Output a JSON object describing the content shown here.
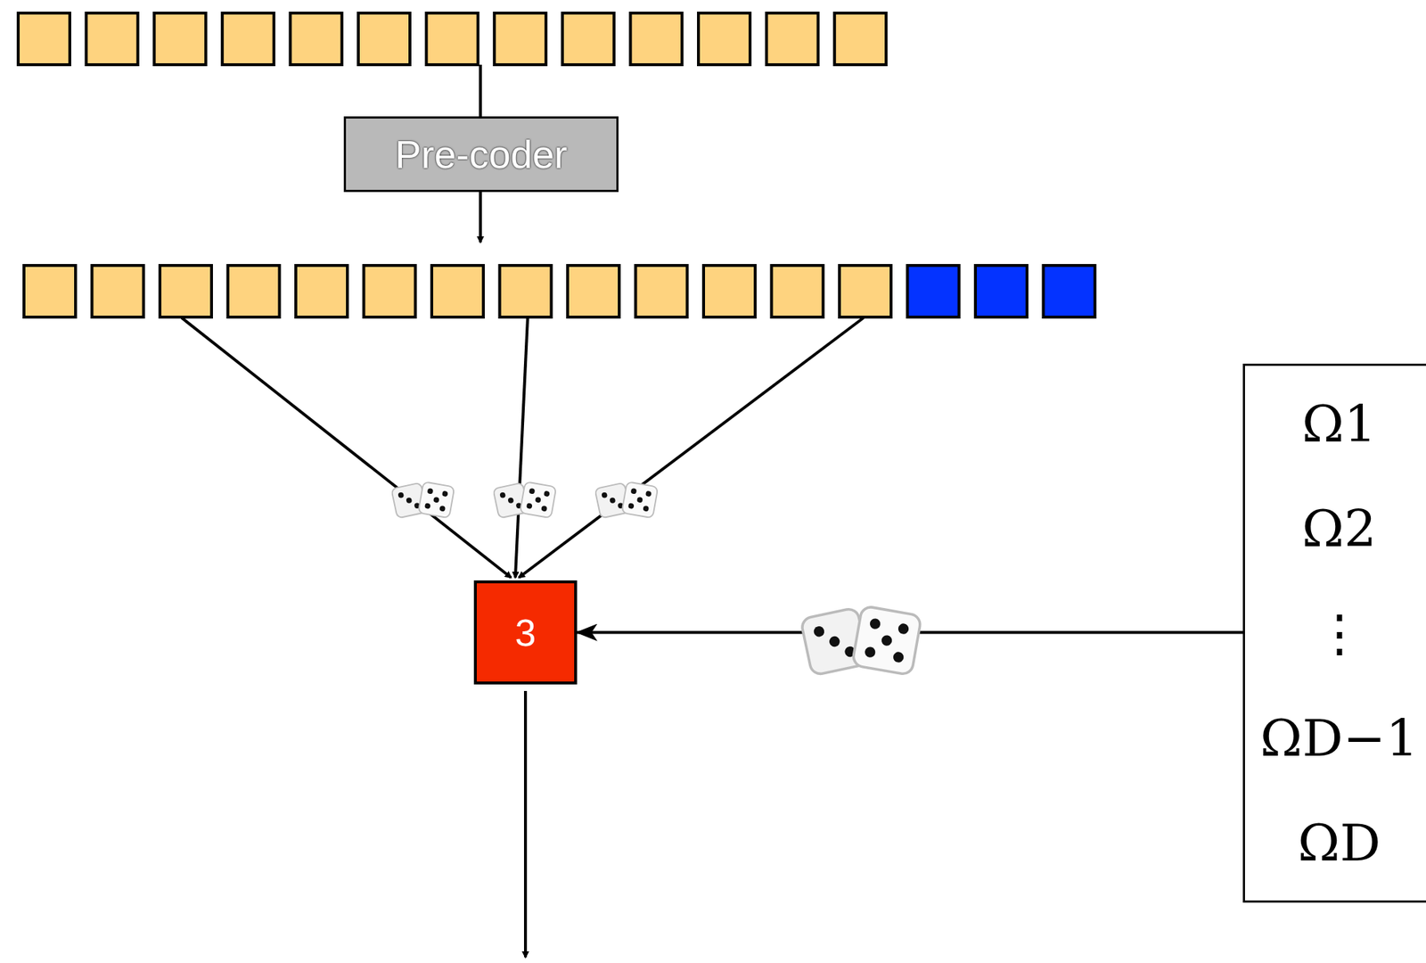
{
  "diagram": {
    "nodes": [
      {
        "text": [
          "Pre-coder"
        ]
      },
      {
        "text": [
          "3"
        ]
      },
      {
        "text": [
          "Ω1",
          "Ω2",
          "⋮",
          "ΩD−1",
          "ΩD"
        ]
      }
    ],
    "edges": [
      {
        "from": 2,
        "to": 1,
        "arrow": "to"
      }
    ]
  }
}
